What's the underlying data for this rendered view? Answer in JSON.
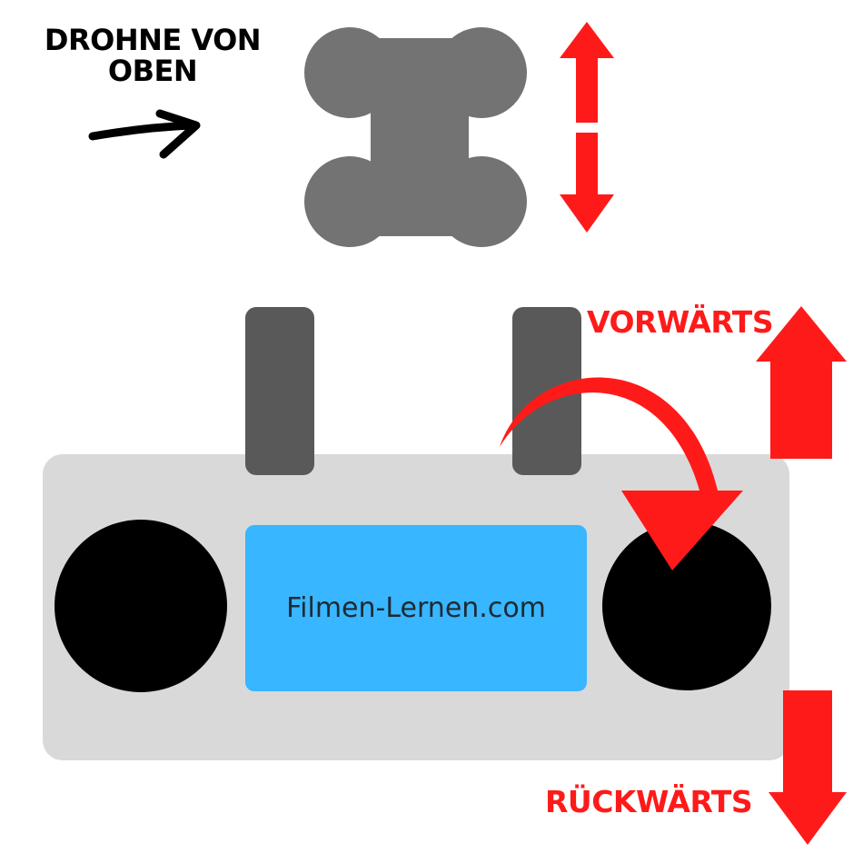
{
  "labels": {
    "drone_title": "DROHNE VON OBEN",
    "forward": "VORWÄRTS",
    "backward": "RÜCKWÄRTS",
    "brand": "Filmen-Lernen.com"
  },
  "colors": {
    "drone": "#737373",
    "arrow_red": "#ff1a1a",
    "controller_body": "#d9d9d9",
    "antenna": "#595959",
    "stick": "#000000",
    "screen": "#38b6ff",
    "text_dark": "#000000"
  },
  "icons": [
    "drone-top-view-icon",
    "direction-arrow-icon",
    "curved-arrow-icon",
    "up-arrow-icon",
    "down-arrow-icon",
    "double-arrow-icon"
  ]
}
